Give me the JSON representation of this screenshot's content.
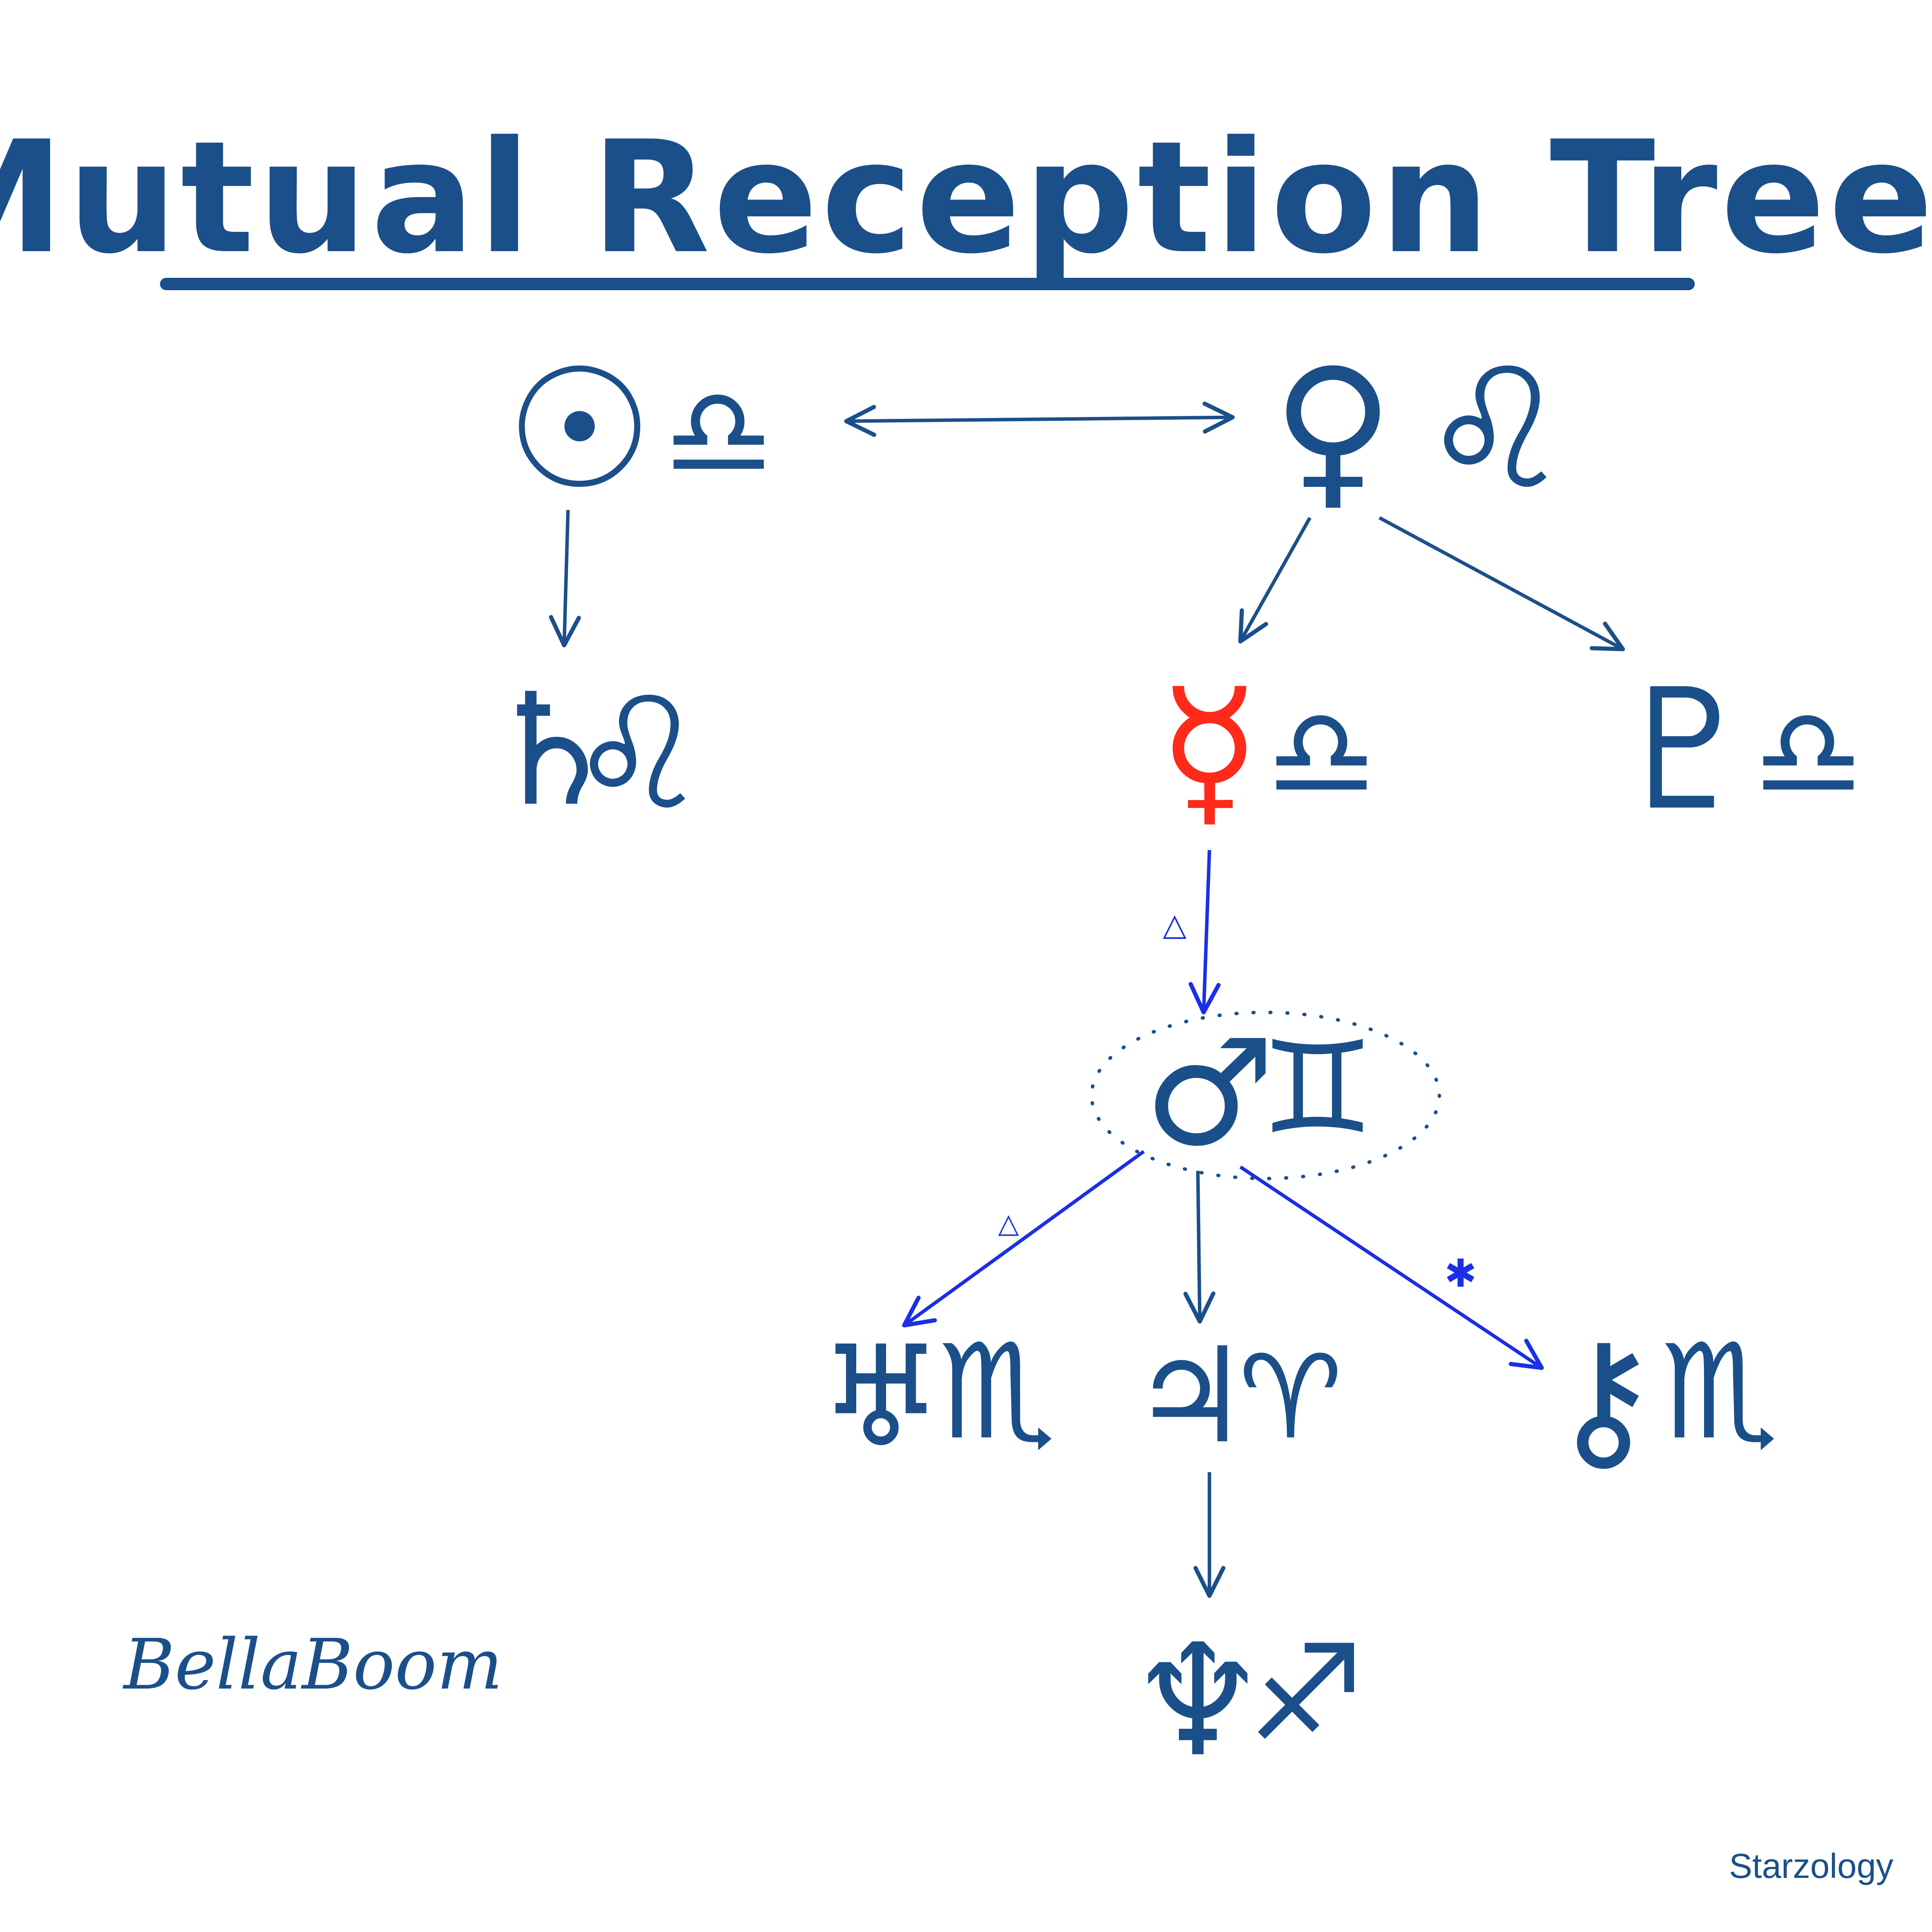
{
  "title": "Mutual Reception Tree",
  "signature": "BellaBoom",
  "credit": "Starzology",
  "colors": {
    "ink": "#1b4f8a",
    "red": "#ff2a1a",
    "blue_line": "#1a2fe6",
    "dots": "#1b4f8a"
  },
  "nodes": {
    "sun_libra": {
      "planet_icon": "sun-glyph",
      "sign_icon": "libra-glyph",
      "planet": "☉",
      "sign": "♎"
    },
    "venus_leo": {
      "planet_icon": "venus-glyph",
      "sign_icon": "leo-glyph",
      "planet": "♀",
      "sign": "♌"
    },
    "saturn_leo": {
      "planet_icon": "saturn-glyph",
      "sign_icon": "leo-glyph",
      "planet": "♄",
      "sign": "♌"
    },
    "mercury_libra": {
      "planet_icon": "mercury-glyph",
      "sign_icon": "libra-glyph",
      "planet": "☿",
      "sign": "♎",
      "highlight_color": "#ff2a1a"
    },
    "pluto_libra": {
      "planet_icon": "pluto-glyph",
      "sign_icon": "libra-glyph",
      "planet": "♇",
      "sign": "♎"
    },
    "mars_gemini": {
      "planet_icon": "mars-glyph",
      "sign_icon": "gemini-glyph",
      "planet": "♂",
      "sign": "♊",
      "encircled": true
    },
    "uranus_scorpio": {
      "planet_icon": "uranus-glyph",
      "sign_icon": "scorpio-glyph",
      "planet": "♅",
      "sign": "♏"
    },
    "jupiter_aries": {
      "planet_icon": "jupiter-glyph",
      "sign_icon": "aries-glyph",
      "planet": "♃",
      "sign": "♈"
    },
    "chiron_scorpio": {
      "planet_icon": "chiron-glyph",
      "sign_icon": "scorpio-glyph",
      "planet": "⚷",
      "sign": "♏"
    },
    "neptune_sagittarius": {
      "planet_icon": "neptune-glyph",
      "sign_icon": "sagittarius-glyph",
      "planet": "♆",
      "sign": "♐"
    }
  },
  "edges": [
    {
      "from": "sun_libra",
      "to": "venus_leo",
      "bidirectional": true,
      "color": "#1b4f8a"
    },
    {
      "from": "sun_libra",
      "to": "saturn_leo",
      "color": "#1b4f8a"
    },
    {
      "from": "venus_leo",
      "to": "mercury_libra",
      "color": "#1b4f8a"
    },
    {
      "from": "venus_leo",
      "to": "pluto_libra",
      "color": "#1b4f8a"
    },
    {
      "from": "mercury_libra",
      "to": "mars_gemini",
      "color": "#1a2fe6",
      "aspect": "trine-glyph",
      "aspect_symbol": "△"
    },
    {
      "from": "mars_gemini",
      "to": "uranus_scorpio",
      "color": "#1a2fe6",
      "aspect": "trine-glyph",
      "aspect_symbol": "△"
    },
    {
      "from": "mars_gemini",
      "to": "jupiter_aries",
      "color": "#1b4f8a"
    },
    {
      "from": "mars_gemini",
      "to": "chiron_scorpio",
      "color": "#1a2fe6",
      "aspect": "sextile-glyph",
      "aspect_symbol": "✱"
    },
    {
      "from": "jupiter_aries",
      "to": "neptune_sagittarius",
      "color": "#1b4f8a"
    }
  ]
}
